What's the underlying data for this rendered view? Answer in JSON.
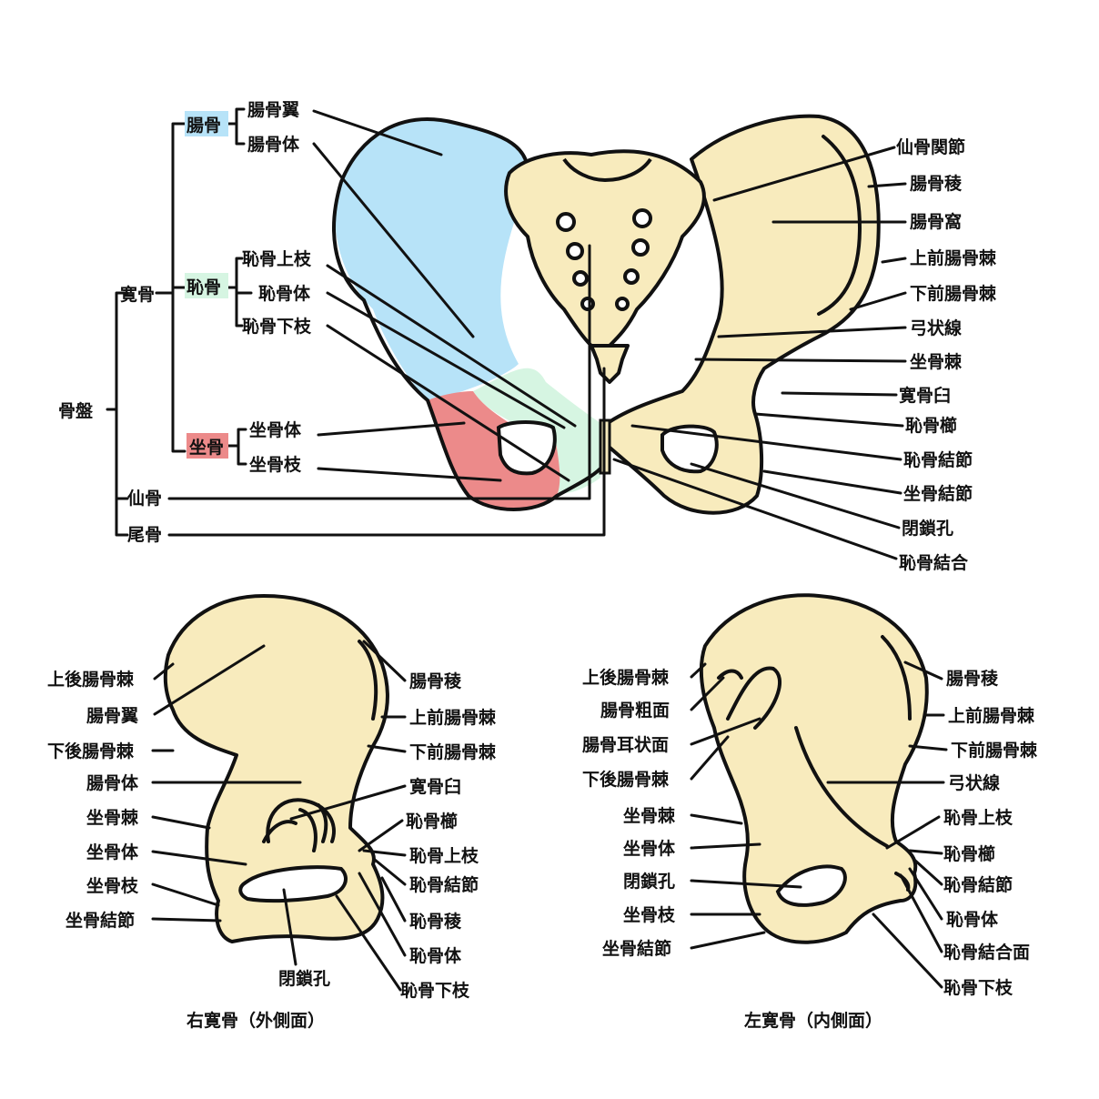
{
  "colors": {
    "bone": "#f8ebbd",
    "ilium": "#b7e3f8",
    "pubis": "#d6f5e2",
    "ischium": "#ec8a8a",
    "outline": "#111111"
  },
  "tree": {
    "root": "骨盤",
    "hip_bone": "寛骨",
    "ilium": "腸骨",
    "pubis": "恥骨",
    "ischium": "坐骨",
    "sacrum": "仙骨",
    "coccyx": "尾骨",
    "ilium_parts": [
      "腸骨翼",
      "腸骨体"
    ],
    "pubis_parts": [
      "恥骨上枝",
      "恥骨体",
      "恥骨下枝"
    ],
    "ischium_parts": [
      "坐骨体",
      "坐骨枝"
    ]
  },
  "pelvis_right_labels": [
    "仙骨関節",
    "腸骨稜",
    "腸骨窩",
    "上前腸骨棘",
    "下前腸骨棘",
    "弓状線",
    "坐骨棘",
    "寛骨臼",
    "恥骨櫛",
    "恥骨結節",
    "坐骨結節",
    "閉鎖孔",
    "恥骨結合"
  ],
  "right_hip": {
    "caption": "右寛骨（外側面）",
    "left_labels": [
      "上後腸骨棘",
      "腸骨翼",
      "下後腸骨棘",
      "腸骨体",
      "坐骨棘",
      "坐骨体",
      "坐骨枝",
      "坐骨結節"
    ],
    "right_labels": [
      "腸骨稜",
      "上前腸骨棘",
      "下前腸骨棘",
      "寛骨臼",
      "恥骨櫛",
      "恥骨上枝",
      "恥骨結節",
      "恥骨稜",
      "恥骨体",
      "恥骨下枝"
    ],
    "bottom_label": "閉鎖孔"
  },
  "left_hip": {
    "caption": "左寛骨（内側面）",
    "left_labels": [
      "上後腸骨棘",
      "腸骨粗面",
      "腸骨耳状面",
      "下後腸骨棘",
      "坐骨棘",
      "坐骨体",
      "閉鎖孔",
      "坐骨枝",
      "坐骨結節"
    ],
    "right_labels": [
      "腸骨稜",
      "上前腸骨棘",
      "下前腸骨棘",
      "弓状線",
      "恥骨上枝",
      "恥骨櫛",
      "恥骨結節",
      "恥骨体",
      "恥骨結合面",
      "恥骨下枝"
    ]
  }
}
